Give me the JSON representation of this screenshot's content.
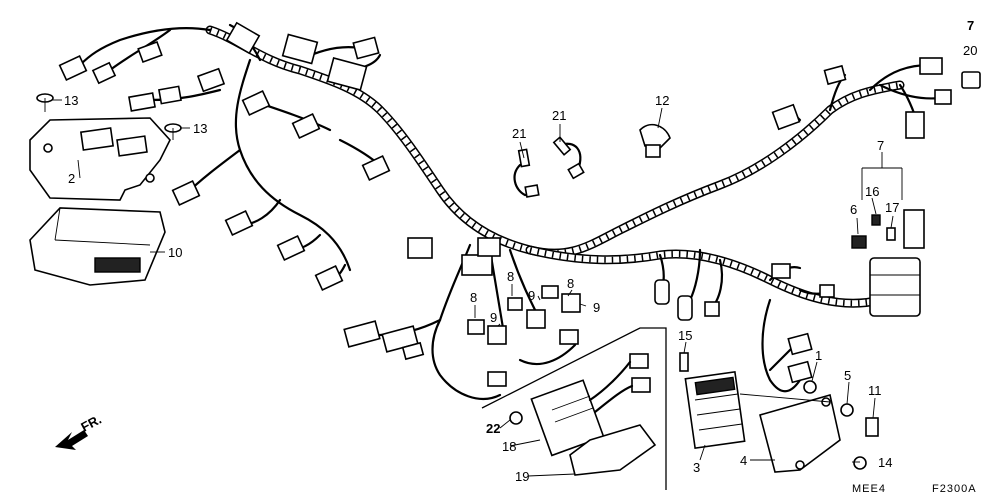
{
  "callouts": {
    "c1": "1",
    "c2": "2",
    "c3": "3",
    "c4": "4",
    "c5": "5",
    "c6": "6",
    "c7a": "7",
    "c7b": "7",
    "c8a": "8",
    "c8b": "8",
    "c8c": "8",
    "c9a": "9",
    "c9b": "9",
    "c9c": "9",
    "c10": "10",
    "c11": "11",
    "c12": "12",
    "c13a": "13",
    "c13b": "13",
    "c14": "14",
    "c15": "15",
    "c16": "16",
    "c17": "17",
    "c18": "18",
    "c19": "19",
    "c20": "20",
    "c21a": "21",
    "c21b": "21",
    "c22": "22"
  },
  "direction_label": "FR.",
  "diagram_codes": {
    "left": "MEE4",
    "right": "F2300A"
  }
}
